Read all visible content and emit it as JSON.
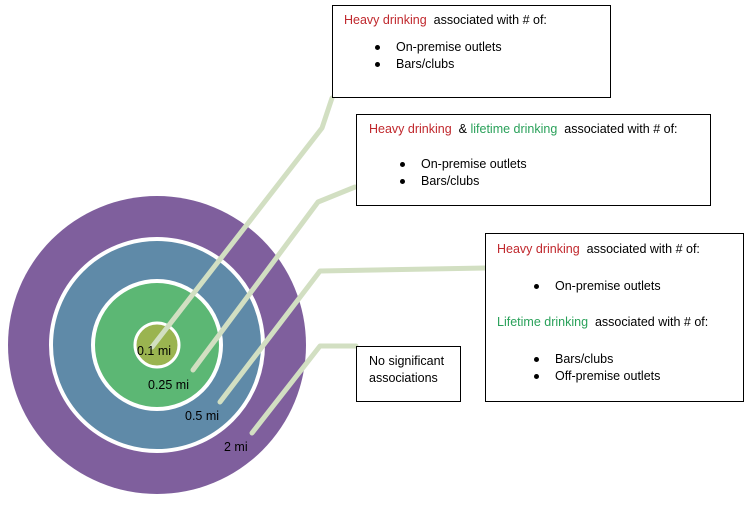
{
  "rings": [
    {
      "label": "2 mi",
      "fill": "#7f5f9d"
    },
    {
      "label": "0.5 mi",
      "fill": "#5f8aa8"
    },
    {
      "label": "0.25 mi",
      "fill": "#5cb774"
    },
    {
      "label": "0.1 mi",
      "fill": "#9ab450"
    }
  ],
  "colors": {
    "heavy": "#c0282d",
    "lifetime": "#2aa15a",
    "connector": "#d2dfc2",
    "ring_border": "#ffffff"
  },
  "box1": {
    "heavy": "Heavy drinking",
    "assoc": "associated with # of:",
    "items": [
      "On-premise outlets",
      "Bars/clubs"
    ]
  },
  "box2": {
    "heavy": "Heavy drinking",
    "amp": "&",
    "lifetime": "lifetime drinking",
    "assoc": "associated with # of:",
    "items": [
      "On-premise outlets",
      "Bars/clubs"
    ]
  },
  "box3": {
    "heavy": "Heavy drinking",
    "assoc1": "associated with # of:",
    "heavy_items": [
      "On-premise outlets"
    ],
    "lifetime": "Lifetime drinking",
    "assoc2": "associated with # of:",
    "lifetime_items": [
      "Bars/clubs",
      "Off-premise outlets"
    ]
  },
  "box4": {
    "line1": "No significant",
    "line2": "associations"
  }
}
